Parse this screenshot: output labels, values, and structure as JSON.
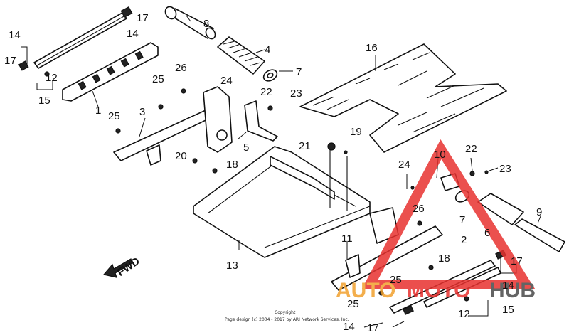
{
  "callouts": {
    "c1": "1",
    "c2": "2",
    "c3": "3",
    "c4": "4",
    "c5": "5",
    "c6": "6",
    "c7a": "7",
    "c7b": "7",
    "c8": "8",
    "c9": "9",
    "c10": "10",
    "c11": "11",
    "c12a": "12",
    "c12b": "12",
    "c13": "13",
    "c14a": "14",
    "c14b": "14",
    "c14c": "14",
    "c14d": "14",
    "c15a": "15",
    "c15b": "15",
    "c16": "16",
    "c17a": "17",
    "c17b": "17",
    "c17c": "17",
    "c17d": "17",
    "c18a": "18",
    "c18b": "18",
    "c19": "19",
    "c20": "20",
    "c21": "21",
    "c22a": "22",
    "c22b": "22",
    "c23a": "23",
    "c23b": "23",
    "c24a": "24",
    "c24b": "24",
    "c25a": "25",
    "c25b": "25",
    "c25c": "25",
    "c25d": "25",
    "c26a": "26",
    "c26b": "26"
  },
  "fwd_label": "FWD",
  "copyright": {
    "line1": "Copyright",
    "line2": "Page design (c) 2004 - 2017 by ARI Network Services, Inc."
  },
  "watermark": {
    "auto": "AUTO",
    "moto": "MOTO",
    "hub": "HUB",
    "colors": {
      "triangle": "#e8312f",
      "auto": "#f2a12d",
      "moto": "#e8312f",
      "hub": "#4a4a4a"
    }
  }
}
